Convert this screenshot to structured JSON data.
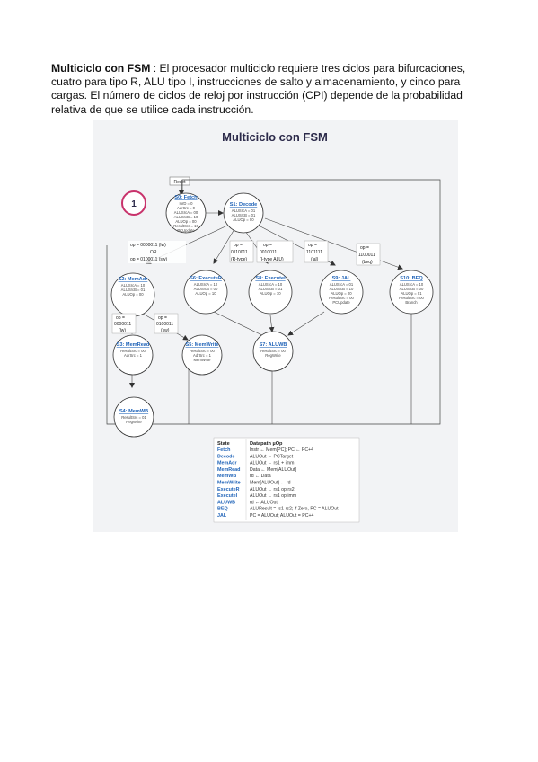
{
  "paragraph": {
    "bold_lead": "Multiciclo con FSM",
    "body": " : El procesador multiciclo requiere tres ciclos para bifurcaciones, cuatro para tipo R, ALU tipo I, instrucciones de salto y almacenamiento, y cinco para cargas. El número de ciclos de reloj por instrucción (CPI) depende de la probabilidad relativa de que se utilice cada instrucción."
  },
  "figure": {
    "title": "Multiciclo con FSM",
    "badge": "1",
    "reset_label": "Reset",
    "states": {
      "s0": {
        "name": "S0: Fetch",
        "lines": [
          "IorD = 0",
          "AdrSrc = 0",
          "ALUSrcA = 00",
          "ALUSrcB = 10",
          "ALUOp = 00",
          "ResultSrc = 10",
          "PCUpdate"
        ]
      },
      "s1": {
        "name": "S1: Decode",
        "lines": [
          "ALUSrcA = 01",
          "ALUSrcB = 01",
          "ALUOp = 00"
        ]
      },
      "s2": {
        "name": "S2: MemAdr",
        "lines": [
          "ALUSrcA = 10",
          "ALUSrcB = 01",
          "ALUOp = 00"
        ]
      },
      "s6": {
        "name": "S6: ExecuteR",
        "lines": [
          "ALUSrcA = 10",
          "ALUSrcB = 00",
          "ALUOp = 10"
        ]
      },
      "s8": {
        "name": "S8: ExecuteI",
        "lines": [
          "ALUSrcA = 10",
          "ALUSrcB = 01",
          "ALUOp = 10"
        ]
      },
      "s9": {
        "name": "S9: JAL",
        "lines": [
          "ALUSrcA = 01",
          "ALUSrcB = 10",
          "ALUOp = 00",
          "ResultSrc = 00",
          "PCUpdate"
        ]
      },
      "s10": {
        "name": "S10: BEQ",
        "lines": [
          "ALUSrcA = 10",
          "ALUSrcB = 00",
          "ALUOp = 01",
          "ResultSrc = 00",
          "Branch"
        ]
      },
      "s3": {
        "name": "S3: MemRead",
        "lines": [
          "ResultSrc = 00",
          "AdrSrc = 1"
        ]
      },
      "s5": {
        "name": "S5: MemWrite",
        "lines": [
          "ResultSrc = 00",
          "AdrSrc = 1",
          "MemWrite"
        ]
      },
      "s7": {
        "name": "S7: ALUWB",
        "lines": [
          "ResultSrc = 00",
          "RegWrite"
        ]
      },
      "s4": {
        "name": "S4: MemWB",
        "lines": [
          "ResultSrc = 01",
          "RegWrite"
        ]
      }
    },
    "conditions": {
      "mem_1": "op = 0000011 (lw)",
      "mem_2": "OR",
      "mem_3": "op = 0100011 (sw)",
      "r_1": "op =",
      "r_2": "0110011",
      "r_3": "(R-type)",
      "i_1": "op =",
      "i_2": "0010011",
      "i_3": "(I-type ALU)",
      "jal_1": "op =",
      "jal_2": "1101111",
      "jal_3": "(jal)",
      "beq_1": "op =",
      "beq_2": "1100011",
      "beq_3": "(beq)",
      "lw_1": "op =",
      "lw_2": "0000011",
      "lw_3": "(lw)",
      "sw_1": "op =",
      "sw_2": "0100011",
      "sw_3": "(sw)"
    },
    "table": {
      "headers": [
        "State",
        "Datapath µOp"
      ],
      "rows": [
        {
          "state": "Fetch",
          "op": "Instr ← Mem[PC]; PC ← PC+4"
        },
        {
          "state": "Decode",
          "op": "ALUOut ← PCTarget"
        },
        {
          "state": "MemAdr",
          "op": "ALUOut ← rs1 + imm"
        },
        {
          "state": "MemRead",
          "op": "Data ← Mem[ALUOut]"
        },
        {
          "state": "MemWB",
          "op": "rd ← Data"
        },
        {
          "state": "MemWrite",
          "op": "Mem[ALUOut] ← rd"
        },
        {
          "state": "ExecuteR",
          "op": "ALUOut ← rs1 op rs2"
        },
        {
          "state": "ExecuteI",
          "op": "ALUOut ← rs1 op imm"
        },
        {
          "state": "ALUWB",
          "op": "rd ← ALUOut"
        },
        {
          "state": "BEQ",
          "op": "ALUResult = rs1-rs2; if Zero, PC = ALUOut"
        },
        {
          "state": "JAL",
          "op": "PC = ALUOut; ALUOut = PC+4"
        }
      ]
    }
  }
}
